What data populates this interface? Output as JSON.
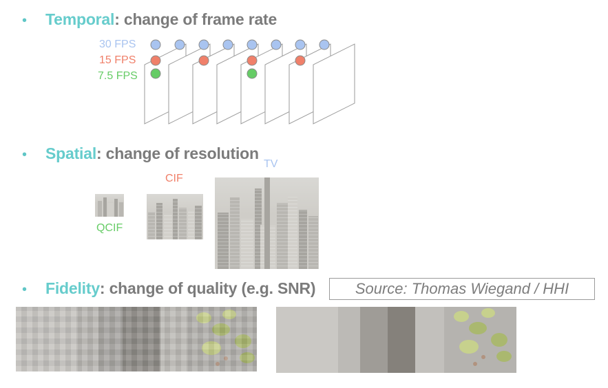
{
  "temporal": {
    "bullet": "•",
    "keyword": "Temporal",
    "rest": ": change of frame rate",
    "rates": [
      {
        "label": "30 FPS",
        "color": "#a9c4f0"
      },
      {
        "label": "15 FPS",
        "color": "#f0806a"
      },
      {
        "label": "7.5 FPS",
        "color": "#66cc66"
      }
    ]
  },
  "spatial": {
    "bullet": "•",
    "keyword": "Spatial",
    "rest": ": change of resolution",
    "formats": [
      {
        "label": "QCIF",
        "color": "#66cc66"
      },
      {
        "label": "CIF",
        "color": "#f0806a"
      },
      {
        "label": "TV",
        "color": "#a9c4f0"
      }
    ]
  },
  "fidelity": {
    "bullet": "•",
    "keyword": "Fidelity",
    "rest": ": change of quality (e.g. SNR)"
  },
  "source": "Source: Thomas Wiegand / HHI",
  "colors": {
    "accent": "#66cccc",
    "heading": "#7b7b7b",
    "frame_30": "#a9c4f0",
    "frame_15": "#f0806a",
    "frame_75": "#66cc66"
  }
}
